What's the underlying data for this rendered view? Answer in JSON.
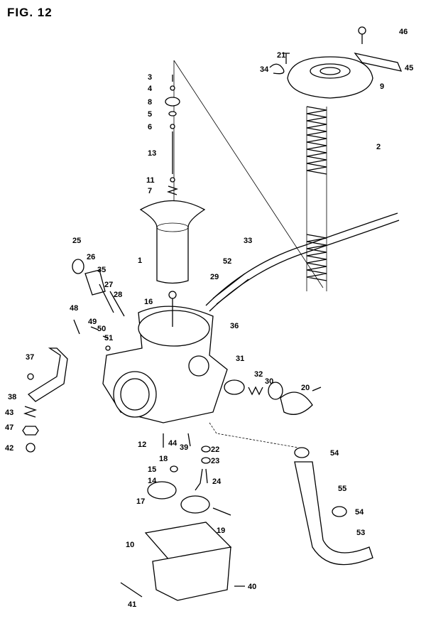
{
  "figure": {
    "title": "FIG. 12"
  },
  "callouts": [
    "46",
    "21",
    "45",
    "34",
    "9",
    "3",
    "4",
    "8",
    "5",
    "6",
    "13",
    "2",
    "11",
    "7",
    "1",
    "33",
    "52",
    "25",
    "26",
    "35",
    "27",
    "28",
    "29",
    "16",
    "48",
    "49",
    "50",
    "51",
    "36",
    "37",
    "31",
    "32",
    "30",
    "20",
    "38",
    "43",
    "47",
    "42",
    "12",
    "44",
    "39",
    "22",
    "23",
    "18",
    "15",
    "14",
    "24",
    "54",
    "55",
    "17",
    "19",
    "54",
    "53",
    "10",
    "40",
    "41"
  ]
}
